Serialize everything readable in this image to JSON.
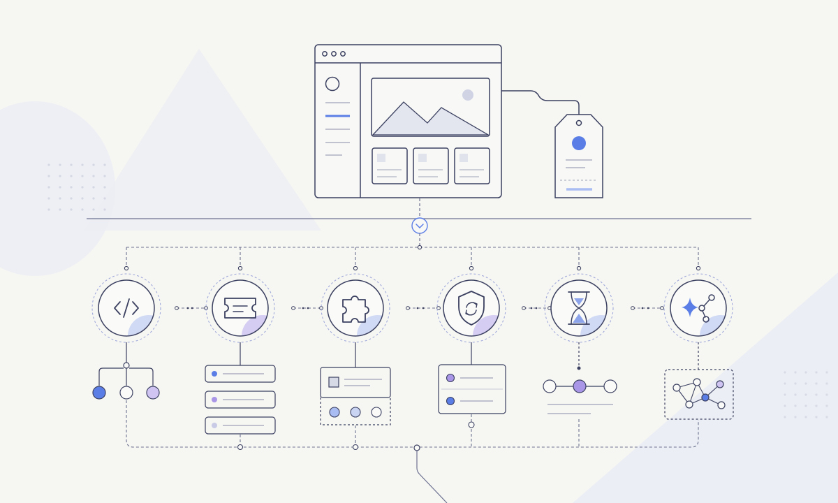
{
  "palette": {
    "background": "#f6f6f3",
    "ink": "#3b4060",
    "line_muted": "#9ea2b8",
    "accent_blue": "#5b7ee6",
    "accent_blue_light": "#aabdf2",
    "accent_purple": "#a996e6",
    "accent_purple_light": "#cfc4f2",
    "bg_shape": "#ebedf4",
    "placeholder_fill": "#e4e6ef"
  },
  "hub": {
    "icon": "chevron-down-icon"
  },
  "main_window": {
    "title_dots": 3,
    "sidebar_lines": 5,
    "cards": 3
  },
  "tag": {
    "icon": "tag-icon"
  },
  "modules": [
    {
      "id": "code",
      "icon": "code-icon",
      "detail": "tree"
    },
    {
      "id": "ticket",
      "icon": "ticket-icon",
      "detail": "stacked-list"
    },
    {
      "id": "puzzle",
      "icon": "puzzle-icon",
      "detail": "media-card"
    },
    {
      "id": "shield",
      "icon": "shield-sync-icon",
      "detail": "checklist"
    },
    {
      "id": "hourglass",
      "icon": "hourglass-icon",
      "detail": "timeline"
    },
    {
      "id": "sparkle",
      "icon": "sparkle-network-icon",
      "detail": "network-graph"
    }
  ]
}
